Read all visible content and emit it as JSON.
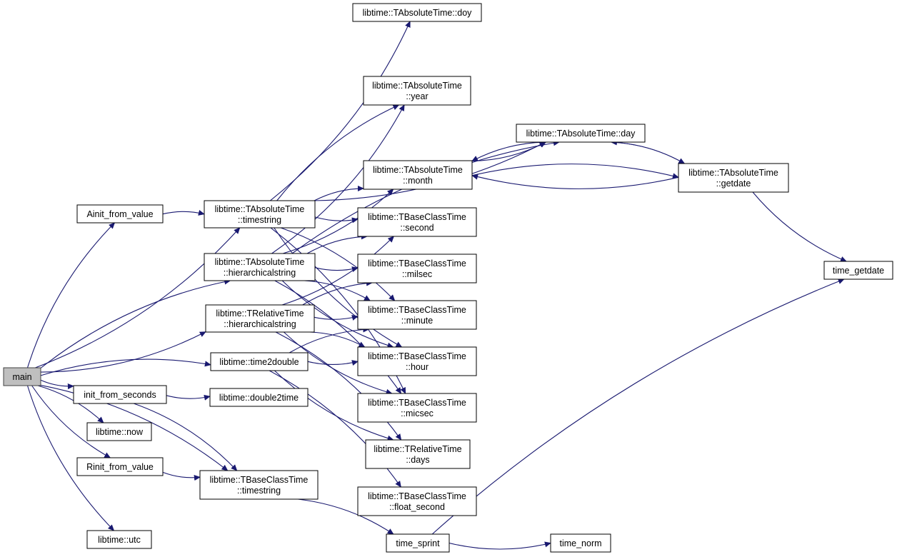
{
  "colors": {
    "edge": "#191970",
    "node_border": "#000000",
    "root_fill": "#bfbfbf",
    "node_fill": "#ffffff"
  },
  "nodes": {
    "main": {
      "lines": [
        "main"
      ],
      "root": true
    },
    "ainit": {
      "lines": [
        "Ainit_from_value"
      ]
    },
    "initsec": {
      "lines": [
        "init_from_seconds"
      ]
    },
    "now": {
      "lines": [
        "libtime::now"
      ]
    },
    "rinit": {
      "lines": [
        "Rinit_from_value"
      ]
    },
    "utc": {
      "lines": [
        "libtime::utc"
      ]
    },
    "at_timestring": {
      "lines": [
        "libtime::TAbsoluteTime",
        "::timestring"
      ]
    },
    "at_hier": {
      "lines": [
        "libtime::TAbsoluteTime",
        "::hierarchicalstring"
      ]
    },
    "rt_hier": {
      "lines": [
        "libtime::TRelativeTime",
        "::hierarchicalstring"
      ]
    },
    "time2double": {
      "lines": [
        "libtime::time2double"
      ]
    },
    "double2time": {
      "lines": [
        "libtime::double2time"
      ]
    },
    "bct_timestring": {
      "lines": [
        "libtime::TBaseClassTime",
        "::timestring"
      ]
    },
    "time_sprint": {
      "lines": [
        "time_sprint"
      ]
    },
    "time_norm": {
      "lines": [
        "time_norm"
      ]
    },
    "doy": {
      "lines": [
        "libtime::TAbsoluteTime::doy"
      ]
    },
    "year": {
      "lines": [
        "libtime::TAbsoluteTime",
        "::year"
      ]
    },
    "day": {
      "lines": [
        "libtime::TAbsoluteTime::day"
      ]
    },
    "month": {
      "lines": [
        "libtime::TAbsoluteTime",
        "::month"
      ]
    },
    "getdate": {
      "lines": [
        "libtime::TAbsoluteTime",
        "::getdate"
      ]
    },
    "time_getdate": {
      "lines": [
        "time_getdate"
      ]
    },
    "second": {
      "lines": [
        "libtime::TBaseClassTime",
        "::second"
      ]
    },
    "milsec": {
      "lines": [
        "libtime::TBaseClassTime",
        "::milsec"
      ]
    },
    "minute": {
      "lines": [
        "libtime::TBaseClassTime",
        "::minute"
      ]
    },
    "hour": {
      "lines": [
        "libtime::TBaseClassTime",
        "::hour"
      ]
    },
    "micsec": {
      "lines": [
        "libtime::TBaseClassTime",
        "::micsec"
      ]
    },
    "days": {
      "lines": [
        "libtime::TRelativeTime",
        "::days"
      ]
    },
    "float_second": {
      "lines": [
        "libtime::TBaseClassTime",
        "::float_second"
      ]
    }
  },
  "edges": [
    [
      "main",
      "ainit"
    ],
    [
      "main",
      "at_timestring"
    ],
    [
      "main",
      "at_hier"
    ],
    [
      "main",
      "rt_hier"
    ],
    [
      "main",
      "time2double"
    ],
    [
      "main",
      "initsec"
    ],
    [
      "main",
      "now"
    ],
    [
      "main",
      "rinit"
    ],
    [
      "main",
      "bct_timestring"
    ],
    [
      "main",
      "utc"
    ],
    [
      "ainit",
      "at_timestring"
    ],
    [
      "at_timestring",
      "doy"
    ],
    [
      "at_timestring",
      "year"
    ],
    [
      "at_timestring",
      "day"
    ],
    [
      "at_timestring",
      "month"
    ],
    [
      "at_timestring",
      "second"
    ],
    [
      "at_timestring",
      "minute"
    ],
    [
      "at_timestring",
      "hour"
    ],
    [
      "at_timestring",
      "micsec"
    ],
    [
      "at_hier",
      "year"
    ],
    [
      "at_hier",
      "day"
    ],
    [
      "at_hier",
      "month"
    ],
    [
      "at_hier",
      "second"
    ],
    [
      "at_hier",
      "milsec"
    ],
    [
      "at_hier",
      "minute"
    ],
    [
      "at_hier",
      "hour"
    ],
    [
      "at_hier",
      "micsec"
    ],
    [
      "rt_hier",
      "second"
    ],
    [
      "rt_hier",
      "milsec"
    ],
    [
      "rt_hier",
      "minute"
    ],
    [
      "rt_hier",
      "hour"
    ],
    [
      "rt_hier",
      "micsec"
    ],
    [
      "rt_hier",
      "days"
    ],
    [
      "time2double",
      "hour"
    ],
    [
      "time2double",
      "minute"
    ],
    [
      "time2double",
      "days"
    ],
    [
      "time2double",
      "float_second"
    ],
    [
      "initsec",
      "double2time"
    ],
    [
      "initsec",
      "bct_timestring"
    ],
    [
      "rinit",
      "bct_timestring"
    ],
    [
      "bct_timestring",
      "time_sprint"
    ],
    [
      "time_sprint",
      "time_norm"
    ],
    [
      "time_sprint",
      "time_getdate"
    ],
    [
      "month",
      "day"
    ],
    [
      "month",
      "getdate"
    ],
    [
      "day",
      "month"
    ],
    [
      "day",
      "getdate"
    ],
    [
      "getdate",
      "day"
    ],
    [
      "getdate",
      "month"
    ],
    [
      "getdate",
      "time_getdate"
    ]
  ]
}
